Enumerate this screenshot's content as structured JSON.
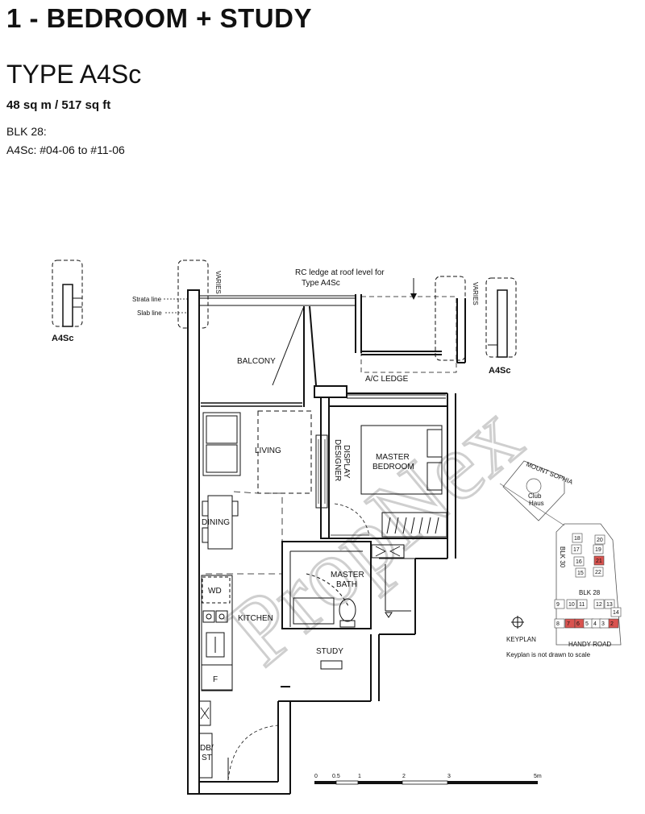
{
  "header": {
    "unit_category": "1 - BEDROOM + STUDY",
    "unit_type": "TYPE A4Sc",
    "area": "48 sq m / 517 sq ft",
    "block": "BLK 28:",
    "unit_numbers": "A4Sc: #04-06 to #11-06"
  },
  "watermark": "PropNex",
  "elevation": {
    "left_label": "A4Sc",
    "right_label": "A4Sc",
    "strata_line": "Strata line",
    "slab_line": "Slab line",
    "varies": "VARIES",
    "rc_ledge_note_1": "RC ledge at roof level for",
    "rc_ledge_note_2": "Type A4Sc"
  },
  "rooms": {
    "balcony": "BALCONY",
    "ac_ledge": "A/C LEDGE",
    "living": "LIVING",
    "designer_display_1": "DESIGNER",
    "designer_display_2": "DISPLAY",
    "master_bedroom_1": "MASTER",
    "master_bedroom_2": "BEDROOM",
    "dining": "DINING",
    "master_bath_1": "MASTER",
    "master_bath_2": "BATH",
    "wd": "WD",
    "kitchen": "KITCHEN",
    "fridge": "F",
    "study": "STUDY",
    "db_1": "DB/",
    "db_2": "ST"
  },
  "keyplan": {
    "road_top": "MOUNT SOPHIA",
    "clubhouse_1": "Club",
    "clubhouse_2": "Haus",
    "blk30": "BLK 30",
    "blk28": "BLK 28",
    "road_bottom": "HANDY ROAD",
    "label": "KEYPLAN",
    "note": "Keyplan is not drawn to scale",
    "units": [
      "18",
      "17",
      "19",
      "16",
      "20",
      "21",
      "15",
      "22",
      "9",
      "10",
      "11",
      "12",
      "13",
      "14",
      "8",
      "7",
      "6",
      "5",
      "4",
      "3",
      "2"
    ],
    "highlight_color": "#d9534f"
  },
  "scale_bar": {
    "ticks": [
      "0",
      "0.5",
      "1",
      "2",
      "3",
      "5m"
    ]
  }
}
